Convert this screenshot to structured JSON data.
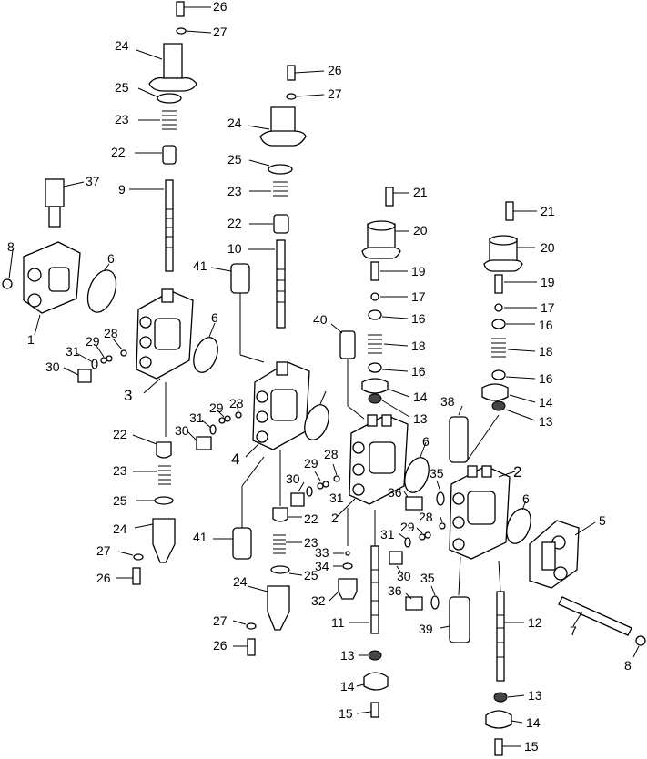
{
  "labels": {
    "l26a": "26",
    "l27a": "27",
    "l24a": "24",
    "l25a": "25",
    "l23a": "23",
    "l22a": "22",
    "l9": "9",
    "l37": "37",
    "l8a": "8",
    "l6a": "6",
    "l1": "1",
    "l28a": "28",
    "l29a": "29",
    "l31a": "31",
    "l30a": "30",
    "l3": "3",
    "l22b": "22",
    "l23b": "23",
    "l25b": "25",
    "l24b": "24",
    "l27b": "27",
    "l26b": "26",
    "l26c": "26",
    "l27c": "27",
    "l24c": "24",
    "l25c": "25",
    "l23c": "23",
    "l22c": "22",
    "l10": "10",
    "l41a": "41",
    "l6b": "6",
    "l28b": "28",
    "l29b": "29",
    "l31b": "31",
    "l30b": "30",
    "l4": "4",
    "l22d": "22",
    "l41b": "41",
    "l23d": "23",
    "l25d": "25",
    "l24d": "24",
    "l27d": "27",
    "l26d": "26",
    "l21a": "21",
    "l20a": "20",
    "l19a": "19",
    "l17a": "17",
    "l16a": "16",
    "l18a": "18",
    "l16b": "16",
    "l14a": "14",
    "l13a": "13",
    "l40": "40",
    "l6c": "6",
    "l28c": "28",
    "l29c": "29",
    "l30c": "30",
    "l31c": "31",
    "l2a": "2",
    "l33": "33",
    "l34": "34",
    "l32": "32",
    "l11": "11",
    "l13b": "13",
    "l14b": "14",
    "l15a": "15",
    "l21b": "21",
    "l20b": "20",
    "l19b": "19",
    "l17b": "17",
    "l16c": "16",
    "l18b": "18",
    "l16d": "16",
    "l14c": "14",
    "l13c": "13",
    "l38": "38",
    "l35a": "35",
    "l2b": "2",
    "l36a": "36",
    "l28d": "28",
    "l29d": "29",
    "l31d": "31",
    "l6d": "6",
    "l30d": "30",
    "l35b": "35",
    "l36b": "36",
    "l39": "39",
    "l12": "12",
    "l13d": "13",
    "l14d": "14",
    "l15b": "15",
    "l5": "5",
    "l7": "7",
    "l8b": "8"
  }
}
